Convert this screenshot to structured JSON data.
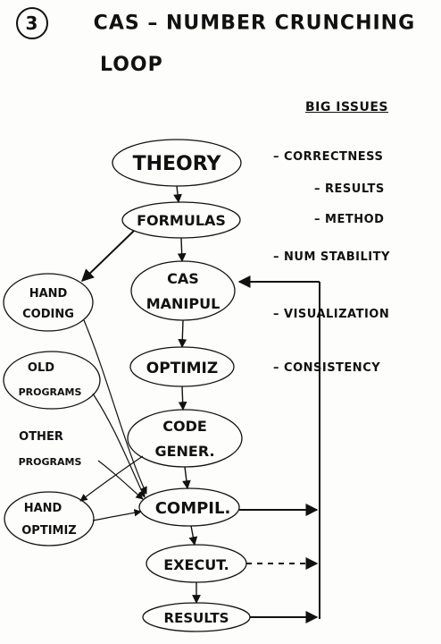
{
  "title": {
    "number": "3",
    "text": "CAS – NUMBER CRUNCHING",
    "subtitle": "LOOP"
  },
  "nodes": {
    "theory": "THEORY",
    "formulas": "FORMULAS",
    "cas_manipul_1": "CAS",
    "cas_manipul_2": "MANIPUL",
    "optimiz": "OPTIMIZ",
    "code_gener_1": "CODE",
    "code_gener_2": "GENER.",
    "compil": "COMPIL.",
    "execut": "EXECUT.",
    "results": "RESULTS",
    "hand_coding_1": "HAND",
    "hand_coding_2": "CODING",
    "old_programs_1": "OLD",
    "old_programs_2": "PROGRAMS",
    "other_programs_1": "OTHER",
    "other_programs_2": "PROGRAMS",
    "hand_optimiz_1": "HAND",
    "hand_optimiz_2": "OPTIMIZ"
  },
  "big_issues": {
    "heading": "BIG ISSUES",
    "items": [
      "– CORRECTNESS",
      "– RESULTS",
      "– METHOD",
      "– NUM STABILITY",
      "– VISUALIZATION",
      "– CONSISTENCY"
    ]
  },
  "colors": {
    "ink": "#111111",
    "paper": "#fdfdfb"
  }
}
